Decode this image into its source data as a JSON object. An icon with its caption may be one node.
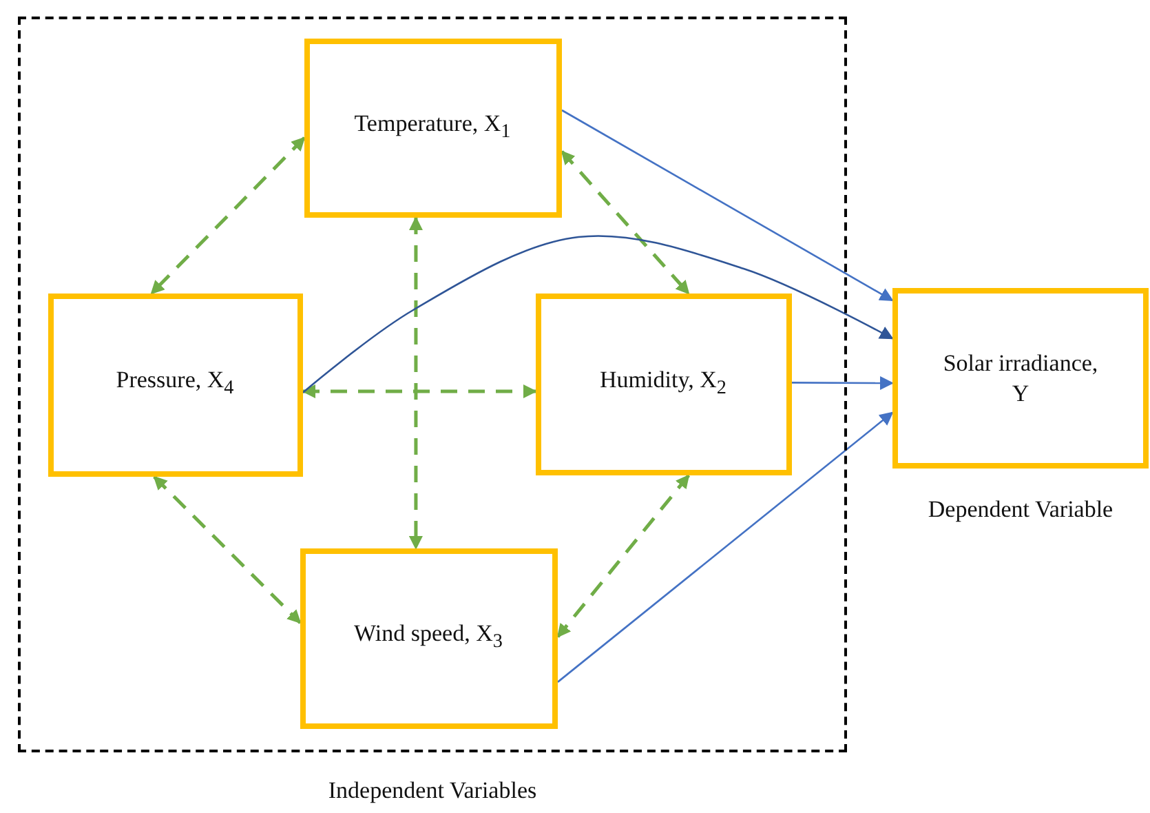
{
  "diagram": {
    "nodes": [
      {
        "text": [
          "Independent Variables"
        ]
      },
      {
        "text": [
          "Temperature, X$_{1}$"
        ],
        "in": 0
      },
      {
        "text": [
          "Pressure, X$_{4}$"
        ],
        "in": 0
      },
      {
        "text": [
          "Humidity, X$_{2}$"
        ],
        "in": 0
      },
      {
        "text": [
          "Wind speed, X$_{3}$"
        ],
        "in": 0
      },
      {
        "text": [
          "Solar irradiance, Y"
        ],
        "beside": [
          "Dependent Variable"
        ]
      }
    ],
    "edges": [
      {
        "from": 1,
        "to": 2,
        "arrow": "both",
        "style": "dashed"
      },
      {
        "from": 1,
        "to": 3,
        "arrow": "both",
        "style": "dashed"
      },
      {
        "from": 1,
        "to": 4,
        "arrow": "both",
        "style": "dashed"
      },
      {
        "from": 2,
        "to": 3,
        "arrow": "both",
        "style": "dashed"
      },
      {
        "from": 2,
        "to": 4,
        "arrow": "both",
        "style": "dashed"
      },
      {
        "from": 3,
        "to": 4,
        "arrow": "both",
        "style": "dashed"
      },
      {
        "from": 1,
        "to": 5,
        "arrow": "to",
        "color": "#4472c4"
      },
      {
        "from": 2,
        "to": 5,
        "arrow": "to",
        "color": "#2f5597"
      },
      {
        "from": 3,
        "to": 5,
        "arrow": "to",
        "color": "#4472c4"
      },
      {
        "from": 4,
        "to": 5,
        "arrow": "to",
        "color": "#4472c4"
      }
    ]
  }
}
